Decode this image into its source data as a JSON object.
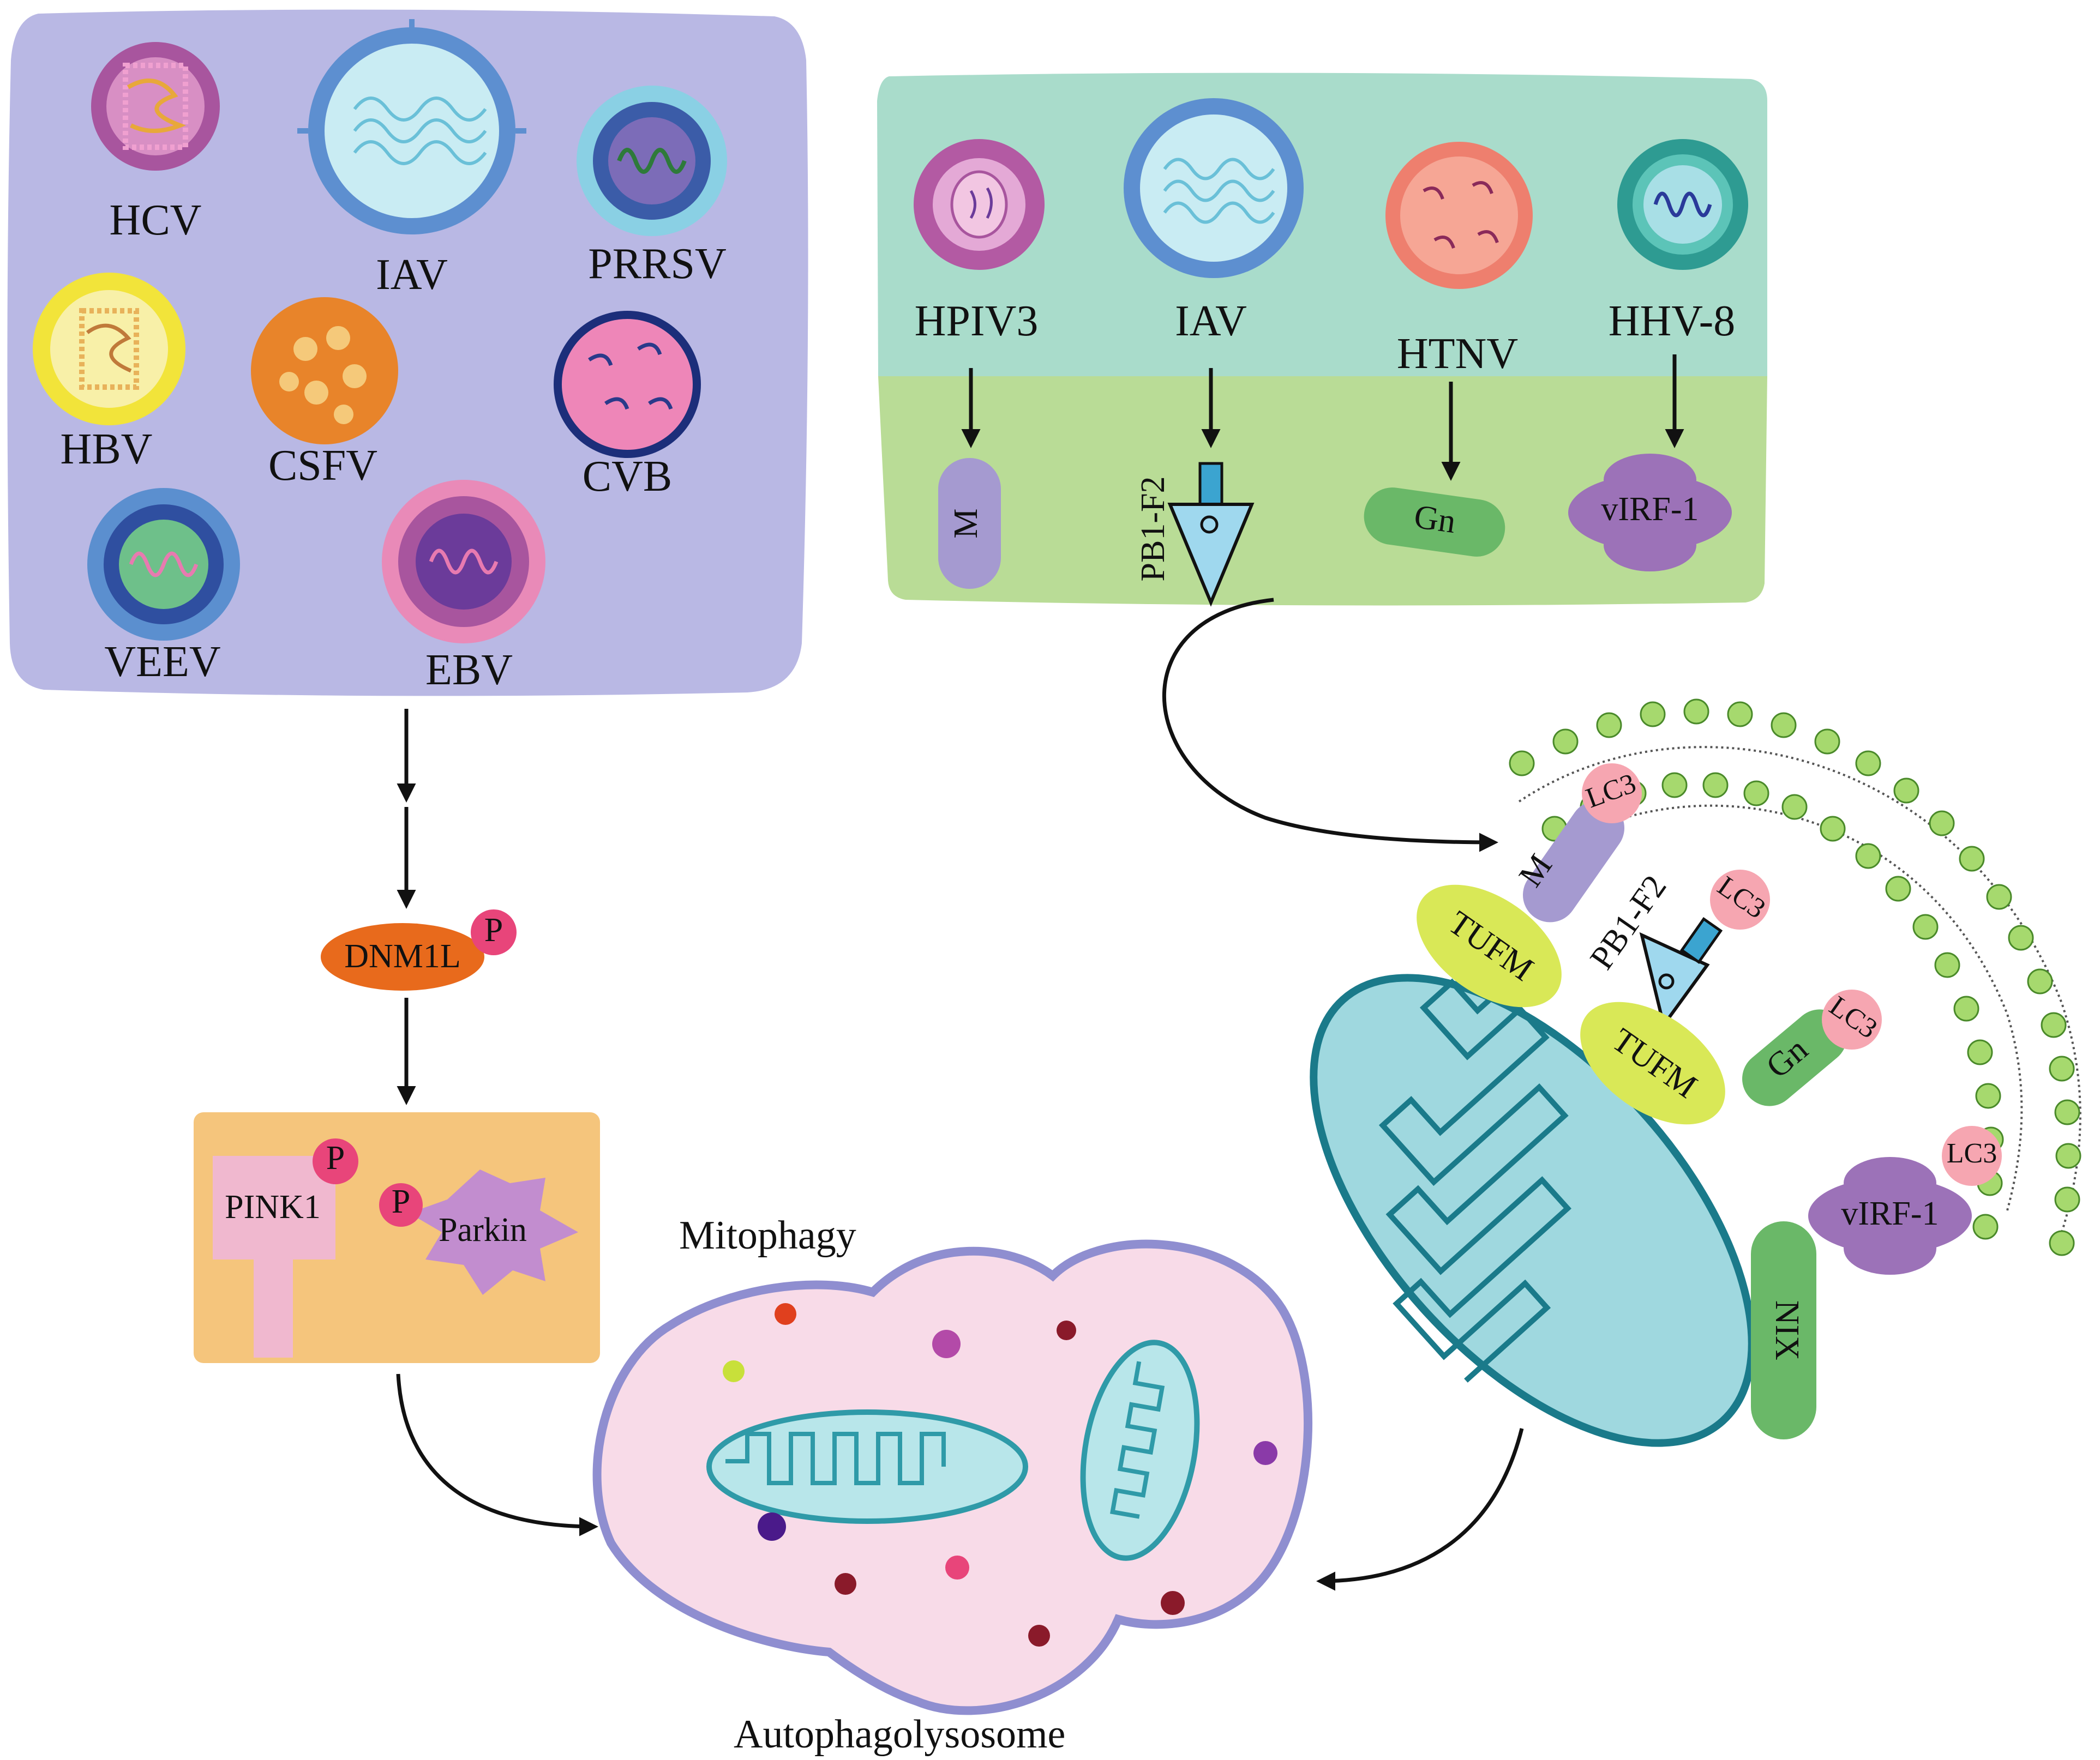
{
  "left_panel": {
    "viruses": [
      "HCV",
      "IAV",
      "PRRSV",
      "HBV",
      "CSFV",
      "CVB",
      "VEEV",
      "EBV"
    ]
  },
  "right_panel": {
    "viruses": [
      "HPIV3",
      "IAV",
      "HTNV",
      "HHV-8"
    ],
    "proteins": [
      "M",
      "PB1-F2",
      "Gn",
      "vIRF-1"
    ]
  },
  "pathway": {
    "dnm1l": "DNM1L",
    "phospho": "P",
    "pink1": "PINK1",
    "parkin": "Parkin"
  },
  "mito_complex": {
    "tufm": "TUFM",
    "lc3": "LC3",
    "nix": "NIX",
    "m": "M",
    "pb1f2": "PB1-F2",
    "gn": "Gn",
    "virf1": "vIRF-1"
  },
  "labels": {
    "mitophagy": "Mitophagy",
    "autophagolysosome": "Autophagolysosome"
  },
  "colors": {
    "left_panel": "#b9b8e4",
    "right_panel_top": "#a9dccb",
    "right_panel_bottom": "#b9dc96",
    "pathway_box": "#f5c57c",
    "dnm1l": "#e86a1c",
    "phospho": "#e8457a",
    "lysosome": "#f8dbe8",
    "lysosome_border": "#8f8ed0",
    "mitochondria": "#9fd8df",
    "tufm": "#d9e857",
    "lc3": "#f6a6b1",
    "membrane": "#a6d96e"
  }
}
